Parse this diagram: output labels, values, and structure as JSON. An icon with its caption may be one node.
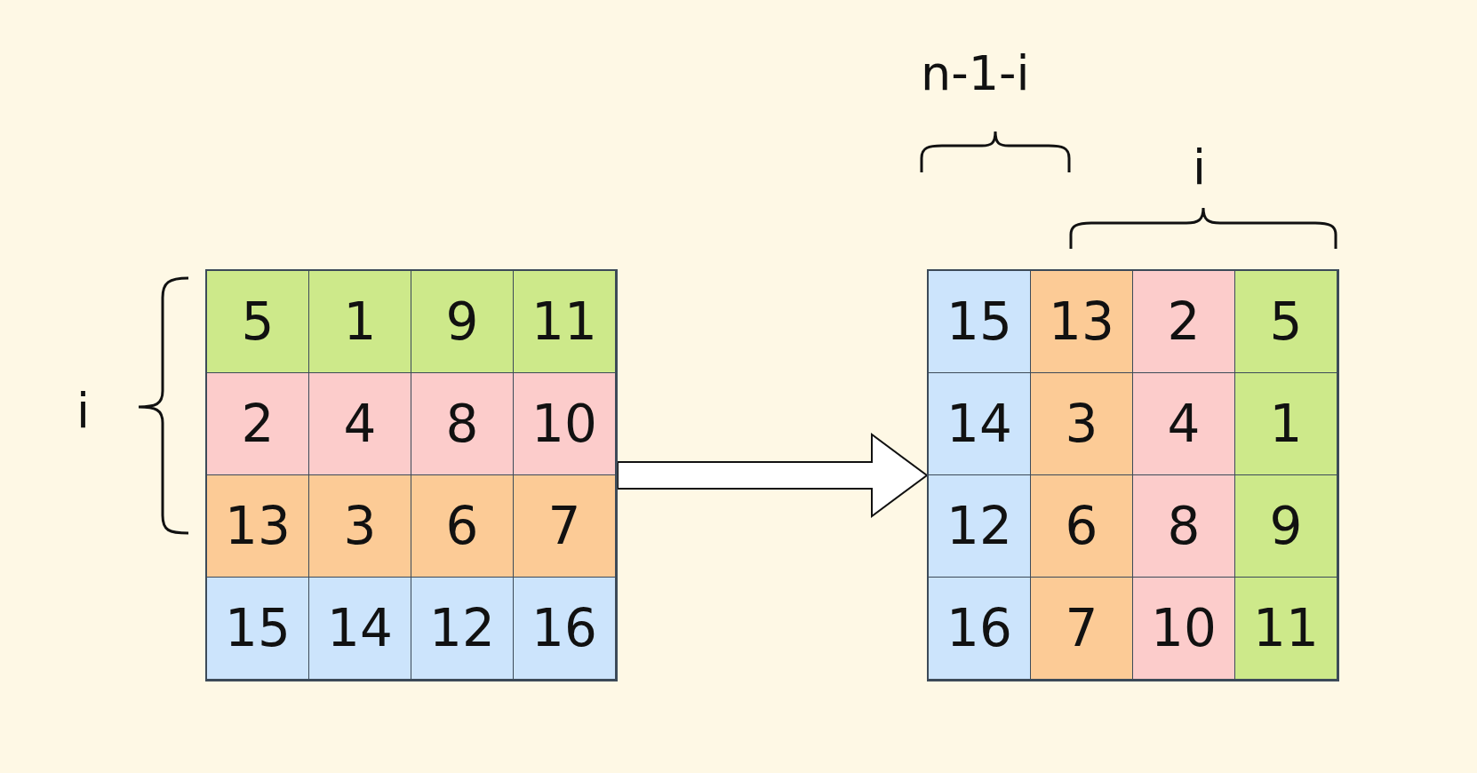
{
  "diagram": {
    "nodes": [
      {
        "text": [],
        "shape": "box"
      },
      {
        "text": [
          "5"
        ],
        "in": 0
      },
      {
        "text": [
          "1"
        ],
        "in": 0
      },
      {
        "text": [
          "9"
        ],
        "in": 0
      },
      {
        "text": [
          "11"
        ],
        "in": 0
      },
      {
        "text": [
          "2"
        ],
        "in": 0
      },
      {
        "text": [
          "4"
        ],
        "in": 0
      },
      {
        "text": [
          "8"
        ],
        "in": 0
      },
      {
        "text": [
          "10"
        ],
        "in": 0
      },
      {
        "text": [
          "13"
        ],
        "in": 0
      },
      {
        "text": [
          "3"
        ],
        "in": 0
      },
      {
        "text": [
          "6"
        ],
        "in": 0
      },
      {
        "text": [
          "7"
        ],
        "in": 0
      },
      {
        "text": [
          "15"
        ],
        "in": 0
      },
      {
        "text": [
          "14"
        ],
        "in": 0
      },
      {
        "text": [
          "12"
        ],
        "in": 0
      },
      {
        "text": [
          "16"
        ],
        "in": 0
      },
      {
        "text": [],
        "shape": "box"
      },
      {
        "text": [
          "15"
        ],
        "in": 17
      },
      {
        "text": [
          "13"
        ],
        "in": 17
      },
      {
        "text": [
          "2"
        ],
        "in": 17
      },
      {
        "text": [
          "5"
        ],
        "in": 17
      },
      {
        "text": [
          "14"
        ],
        "in": 17
      },
      {
        "text": [
          "3"
        ],
        "in": 17
      },
      {
        "text": [
          "4"
        ],
        "in": 17
      },
      {
        "text": [
          "1"
        ],
        "in": 17
      },
      {
        "text": [
          "12"
        ],
        "in": 17
      },
      {
        "text": [
          "6"
        ],
        "in": 17
      },
      {
        "text": [
          "8"
        ],
        "in": 17
      },
      {
        "text": [
          "9"
        ],
        "in": 17
      },
      {
        "text": [
          "16"
        ],
        "in": 17
      },
      {
        "text": [
          "7"
        ],
        "in": 17
      },
      {
        "text": [
          "10"
        ],
        "in": 17
      },
      {
        "text": [
          "11"
        ],
        "in": 17
      }
    ],
    "edges": [
      {
        "from": 0,
        "to": 17,
        "arrow": "to"
      }
    ],
    "labels": [
      "n-1-i",
      "i",
      "i"
    ]
  }
}
